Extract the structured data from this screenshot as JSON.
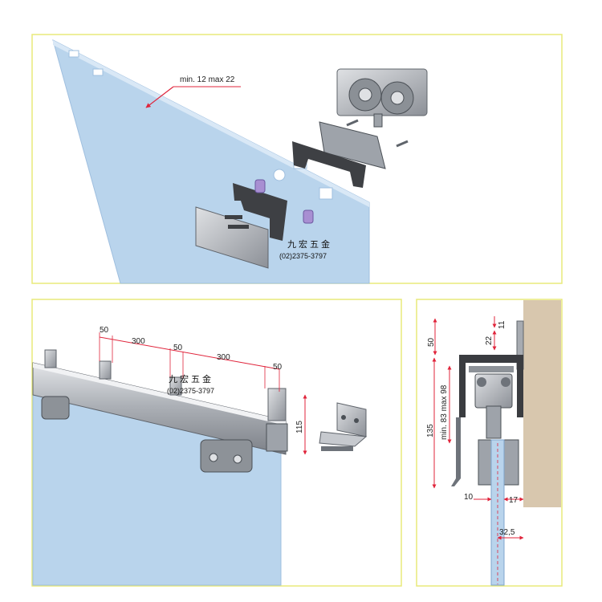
{
  "colors": {
    "frame": "#e9ea7a",
    "glass": "#b9d4ec",
    "glass_edge": "#9fbfdf",
    "metal": "#b8bcc2",
    "metal_dark": "#6e737a",
    "dimension": "#e0243b",
    "wall": "#d8c7ae"
  },
  "panel_top": {
    "thickness_label": "min. 12  max 22",
    "watermark_cn": "九宏五金",
    "watermark_tel": "(02)2375-3797"
  },
  "panel_left": {
    "dims_top": [
      "50",
      "300",
      "50",
      "300",
      "50"
    ],
    "height_label": "115",
    "watermark_cn": "九宏五金",
    "watermark_tel": "(02)2375-3797"
  },
  "panel_right": {
    "dim_50": "50",
    "dim_11": "11",
    "dim_22": "22",
    "dim_135": "135",
    "dim_range": "min. 83  max 98",
    "dim_10": "10",
    "dim_17": "17",
    "dim_32_5": "32,5"
  }
}
